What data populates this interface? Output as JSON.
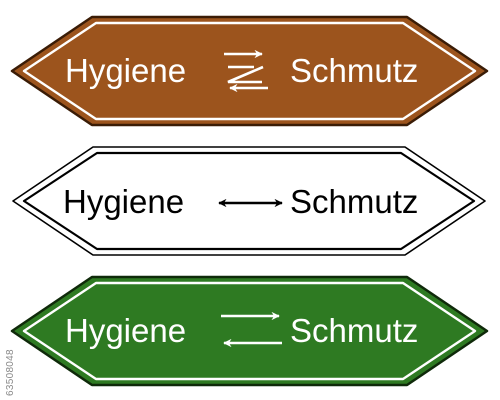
{
  "signs": [
    {
      "left_text": "Hygiene",
      "right_text": "Schmutz",
      "fill_color": "#9c541d",
      "text_color": "#ffffff",
      "arrow_icon": "zigzag-arrows-icon"
    },
    {
      "left_text": "Hygiene",
      "right_text": "Schmutz",
      "fill_color": "#ffffff",
      "text_color": "#000000",
      "arrow_icon": "double-headed-arrow-icon"
    },
    {
      "left_text": "Hygiene",
      "right_text": "Schmutz",
      "fill_color": "#2e7a22",
      "text_color": "#ffffff",
      "arrow_icon": "exchange-arrows-icon"
    }
  ],
  "stock_id": "63508048"
}
